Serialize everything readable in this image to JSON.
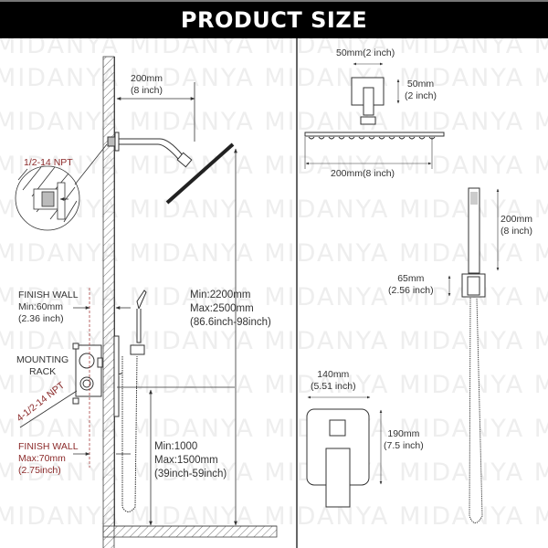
{
  "header": {
    "title": "PRODUCT SIZE"
  },
  "watermark": {
    "text": "MIDANYA"
  },
  "colors": {
    "header_bg": "#000000",
    "header_text": "#ffffff",
    "line": "#333333",
    "red_label": "#8b2a2a",
    "watermark": "#eeeeee"
  },
  "left_panel": {
    "arm_length": {
      "mm": "200mm",
      "inch": "(8 inch)"
    },
    "inlet_thread": {
      "label": "1/2-14 NPT"
    },
    "finish_wall_min": {
      "title": "FINISH WALL",
      "value": "Min:60mm",
      "inch": "(2.36 inch)"
    },
    "mounting_rack": {
      "line1": "MOUNTING",
      "line2": "RACK"
    },
    "outlet_thread": {
      "label": "4-1/2-14 NPT"
    },
    "finish_wall_max": {
      "title": "FINISH WALL",
      "value": "Max:70mm",
      "inch": "(2.75inch)"
    },
    "head_height": {
      "min": "Min:2200mm",
      "max": "Max:2500mm",
      "inch": "(86.6inch-98inch)"
    },
    "valve_height": {
      "min": "Min:1000",
      "max": "Max:1500mm",
      "inch": "(39inch-59inch)"
    }
  },
  "right_panel": {
    "flange_width": {
      "label": "50mm(2 inch)"
    },
    "flange_height": {
      "mm": "50mm",
      "inch": "(2 inch)"
    },
    "head_width": {
      "label": "200mm(8 inch)"
    },
    "handheld_length": {
      "mm": "200mm",
      "inch": "(8 inch)"
    },
    "holder_height": {
      "mm": "65mm",
      "inch": "(2.56 inch)"
    },
    "valve_plate_width": {
      "mm": "140mm",
      "inch": "(5.51 inch)"
    },
    "valve_plate_height": {
      "mm": "190mm",
      "inch": "(7.5 inch)"
    }
  }
}
